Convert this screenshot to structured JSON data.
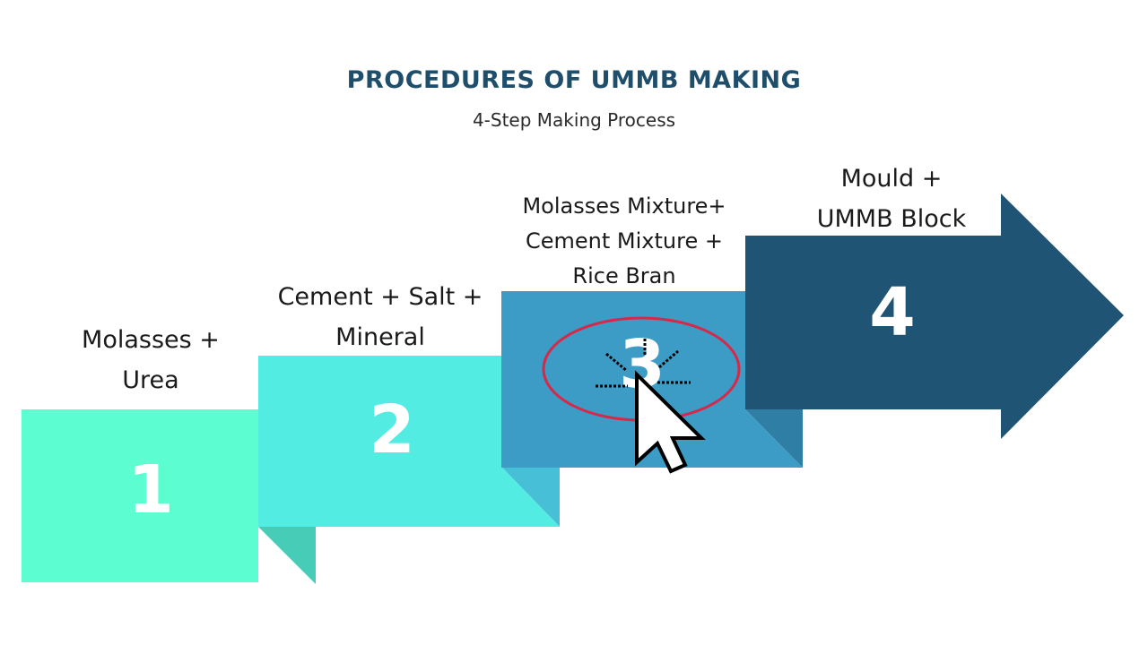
{
  "diagram": {
    "title": "PROCEDURES OF UMMB MAKING",
    "subtitle": "4-Step Making Process",
    "steps": [
      {
        "number": "1",
        "label_lines": [
          "Molasses +",
          "Urea"
        ],
        "color": "#5cfdd0"
      },
      {
        "number": "2",
        "label_lines": [
          "Cement + Salt +",
          "Mineral"
        ],
        "color": "#52ece2"
      },
      {
        "number": "3",
        "label_lines": [
          "Molasses Mixture+",
          "Cement Mixture +",
          "Rice Bran"
        ],
        "color": "#3c9cc6"
      },
      {
        "number": "4",
        "label_lines": [
          "Mould +",
          "UMMB Block"
        ],
        "color": "#1f5475"
      }
    ],
    "annotation": {
      "type": "circle-highlight",
      "color": "#d6294a",
      "target_step": "3"
    },
    "cursor": {
      "icon": "mouse-pointer-icon"
    }
  }
}
